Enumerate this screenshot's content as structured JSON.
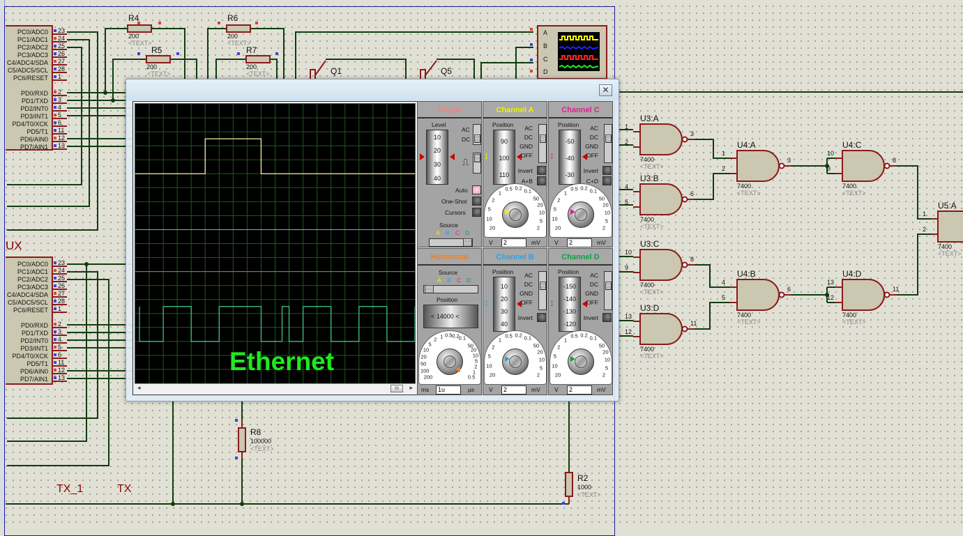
{
  "schematic": {
    "mcu_top": {
      "pins_left": [
        "PC0/ADC0",
        "PC1/ADC1",
        "PC2/ADC2",
        "PC3/ADC3",
        "C4/ADC4/SDA",
        "C5/ADC5/SCL",
        "PC6/RESET",
        "PD0/RXD",
        "PD1/TXD",
        "PD2/INT0",
        "PD3/INT1",
        "PD4/T0/XCK",
        "PD5/T1",
        "PD6/AIN0",
        "PD7/AIN1"
      ],
      "pin_numbers": [
        "23",
        "24",
        "25",
        "26",
        "27",
        "28",
        "1",
        "2",
        "3",
        "4",
        "5",
        "6",
        "11",
        "12",
        "13"
      ]
    },
    "mcu_bottom": {
      "label": "UX",
      "pins_left": [
        "PC0/ADC0",
        "PC1/ADC1",
        "PC2/ADC2",
        "PC3/ADC3",
        "C4/ADC4/SDA",
        "C5/ADC5/SCL",
        "PC6/RESET",
        "PD0/RXD",
        "PD1/TXD",
        "PD2/INT0",
        "PD3/INT1",
        "PD4/T0/XCK",
        "PD5/T1",
        "PD6/AIN0",
        "PD7/AIN1"
      ],
      "pin_numbers": [
        "23",
        "24",
        "25",
        "26",
        "27",
        "28",
        "1",
        "2",
        "3",
        "4",
        "5",
        "6",
        "11",
        "12",
        "13"
      ]
    },
    "resistors": [
      {
        "ref": "R4",
        "value": "200",
        "text": "<TEXT>"
      },
      {
        "ref": "R5",
        "value": "200",
        "text": "<TEXT>"
      },
      {
        "ref": "R6",
        "value": "200",
        "text": "<TEXT>"
      },
      {
        "ref": "R7",
        "value": "200",
        "text": "<TEXT>"
      },
      {
        "ref": "R8",
        "value": "100000",
        "text": "<TEXT>"
      },
      {
        "ref": "R2",
        "value": "1000",
        "text": "<TEXT>"
      }
    ],
    "transistors": [
      "Q1",
      "Q5"
    ],
    "scope_symbol": {
      "pins": [
        "A",
        "B",
        "C",
        "D"
      ]
    },
    "gates": [
      {
        "ref": "U3:A",
        "part": "7400",
        "text": "<TEXT>",
        "in": [
          "1",
          "2"
        ],
        "out": "3"
      },
      {
        "ref": "U3:B",
        "part": "7400",
        "text": "<TEXT>",
        "in": [
          "4",
          "5"
        ],
        "out": "6"
      },
      {
        "ref": "U3:C",
        "part": "7400",
        "text": "<TEXT>",
        "in": [
          "10",
          "9"
        ],
        "out": "8"
      },
      {
        "ref": "U3:D",
        "part": "7400",
        "text": "<TEXT>",
        "in": [
          "13",
          "12"
        ],
        "out": "11"
      },
      {
        "ref": "U4:A",
        "part": "7400",
        "text": "<TEXT>",
        "in": [
          "1",
          "2"
        ],
        "out": "3"
      },
      {
        "ref": "U4:B",
        "part": "7400",
        "text": "<TEXT>",
        "in": [
          "4",
          "5"
        ],
        "out": "6"
      },
      {
        "ref": "U4:C",
        "part": "7400",
        "text": "<TEXT>",
        "in": [
          "10",
          "9"
        ],
        "out": "8"
      },
      {
        "ref": "U4:D",
        "part": "7400",
        "text": "<TEXT>",
        "in": [
          "13",
          "12"
        ],
        "out": "11"
      },
      {
        "ref": "U5:A",
        "part": "7400",
        "text": "<TEXT>",
        "in": [
          "1",
          "2"
        ],
        "out": ""
      }
    ],
    "net_labels": [
      "TX_1",
      "TX"
    ]
  },
  "scope": {
    "close_label": "✕",
    "overlay_text": "Ethernet",
    "scroll_thumb": "III",
    "scroll_left": "◂",
    "scroll_right": "▸",
    "trigger": {
      "title": "Trigger",
      "level_label": "Level",
      "level_ticks": [
        "10",
        "20",
        "30",
        "40"
      ],
      "coupling": [
        "AC",
        "DC"
      ],
      "auto_label": "Auto",
      "oneshot_label": "One-Shot",
      "cursors_label": "Cursors",
      "source_label": "Source",
      "source_options": [
        "A",
        "B",
        "C",
        "D"
      ]
    },
    "channel_a": {
      "title": "Channel A",
      "position_label": "Position",
      "position_ticks": [
        "90",
        "100",
        "110"
      ],
      "coupling": [
        "AC",
        "DC",
        "GND",
        "OFF"
      ],
      "invert_label": "Invert",
      "combine_label": "A+B",
      "scale_v": [
        "20",
        "10",
        "5",
        "2",
        "1",
        "0.5",
        "0.2",
        "0.1"
      ],
      "scale_mv": [
        "50",
        "20",
        "10",
        "5",
        "2"
      ],
      "unit_left": "V",
      "unit_right": "mV",
      "value": "2"
    },
    "channel_c": {
      "title": "Channel C",
      "position_label": "Position",
      "position_ticks": [
        "-50",
        "-40",
        "-30"
      ],
      "coupling": [
        "AC",
        "DC",
        "GND",
        "OFF"
      ],
      "invert_label": "Invert",
      "combine_label": "C+D",
      "scale_v": [
        "20",
        "10",
        "5",
        "2",
        "1",
        "0.5",
        "0.2",
        "0.1"
      ],
      "scale_mv": [
        "50",
        "20",
        "10",
        "5",
        "2"
      ],
      "unit_left": "V",
      "unit_right": "mV",
      "value": "2"
    },
    "horizontal": {
      "title": "Horizontal",
      "source_label": "Source",
      "source_options": [
        "A",
        "B",
        "C",
        "D"
      ],
      "position_label": "Position",
      "position_value": "< 14000 <",
      "scale_ms": [
        "200",
        "100",
        "50",
        "20",
        "10",
        "5",
        "2",
        "1",
        "0.5",
        "0.2",
        "0.1"
      ],
      "scale_us": [
        "50",
        "20",
        "10",
        "5",
        "2",
        "1",
        "0.5"
      ],
      "unit_left": "ms",
      "unit_right": "µs",
      "value": "1u"
    },
    "channel_b": {
      "title": "Channel B",
      "position_label": "Position",
      "position_ticks": [
        "10",
        "20",
        "30",
        "40"
      ],
      "coupling": [
        "AC",
        "DC",
        "GND",
        "OFF"
      ],
      "invert_label": "Invert",
      "scale_v": [
        "20",
        "10",
        "5",
        "2",
        "1",
        "0.5",
        "0.2",
        "0.1"
      ],
      "scale_mv": [
        "50",
        "20",
        "10",
        "5",
        "2"
      ],
      "unit_left": "V",
      "unit_right": "mV",
      "value": "2"
    },
    "channel_d": {
      "title": "Channel D",
      "position_label": "Position",
      "position_ticks": [
        "-150",
        "-140",
        "-130",
        "-120"
      ],
      "coupling": [
        "AC",
        "DC",
        "GND",
        "OFF"
      ],
      "invert_label": "Invert",
      "scale_v": [
        "20",
        "10",
        "5",
        "2",
        "1",
        "0.5",
        "0.2",
        "0.1"
      ],
      "scale_mv": [
        "50",
        "20",
        "10",
        "5",
        "2"
      ],
      "unit_left": "V",
      "unit_right": "mV",
      "value": "2"
    },
    "colors": {
      "a": "#f0f000",
      "b": "#30a0e0",
      "c": "#e0208a",
      "d": "#10a040",
      "trigger": "#f08080",
      "horizontal": "#f08020",
      "trace_a": "#f4f0a0",
      "trace_b": "#4cc8c8",
      "trace_c": "#c06a6a",
      "trace_d": "#40d090",
      "grid": "#1e5a1e"
    },
    "traces": {
      "grid_divisions": 20,
      "channel_a": {
        "baseline_div": 5,
        "high_div": 2.5,
        "pulses": [
          [
            5,
            9
          ]
        ]
      },
      "channel_b": {
        "level_div": 9
      },
      "channel_c": {
        "level_div": 12
      },
      "channel_d": {
        "low_div": 17,
        "high_div": 14.5,
        "edges": [
          0.3,
          2,
          4,
          6,
          9,
          10.5,
          11,
          12,
          14,
          16,
          18,
          20
        ]
      }
    }
  }
}
